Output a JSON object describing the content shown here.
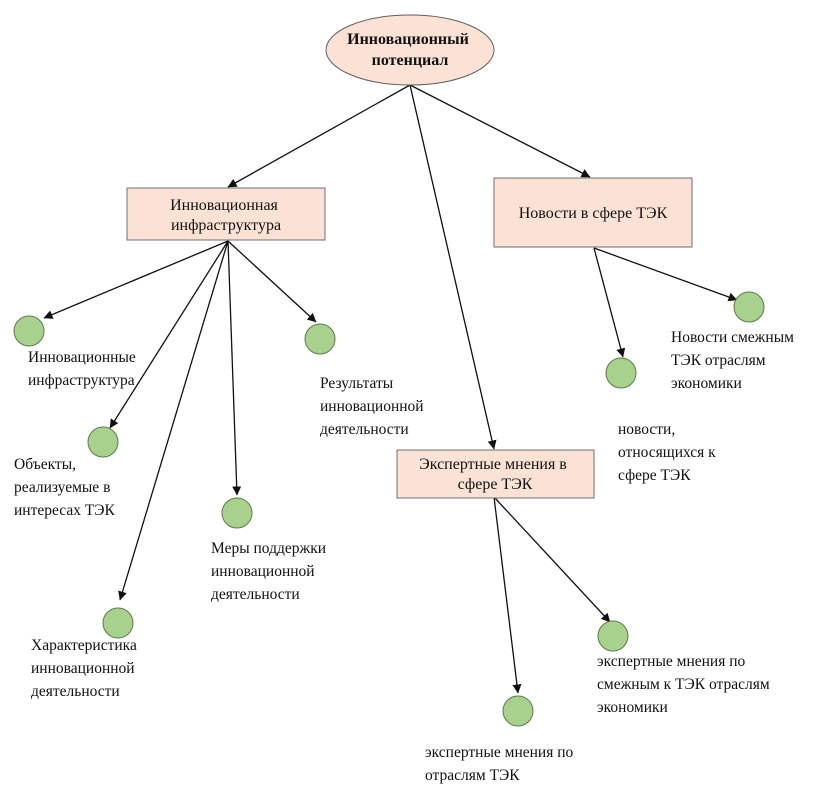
{
  "colors": {
    "node_fill": "#fbe2d5",
    "leaf_fill": "#a9d18e",
    "line": "#111111"
  },
  "root": {
    "lines": [
      "Инновационный",
      "потенциал"
    ]
  },
  "infrastructure": {
    "lines": [
      "Инновационная",
      "инфраструктура"
    ],
    "leaves": [
      {
        "lines": [
          "Инновационные",
          "инфраструктура"
        ]
      },
      {
        "lines": [
          "Объекты,",
          "реализуемые в",
          "интересах ТЭК"
        ]
      },
      {
        "lines": [
          "Характеристика",
          "инновационной",
          "деятельности"
        ]
      },
      {
        "lines": [
          "Меры поддержки",
          "инновационной",
          "деятельности"
        ]
      },
      {
        "lines": [
          "Результаты",
          "инновационной",
          "деятельности"
        ]
      }
    ]
  },
  "news": {
    "lines": [
      "Новости в сфере ТЭК"
    ],
    "leaves": [
      {
        "lines": [
          "новости,",
          "относящихся к",
          "сфере ТЭК"
        ]
      },
      {
        "lines": [
          "Новости смежным",
          "ТЭК отраслям",
          "экономики"
        ]
      }
    ]
  },
  "expert": {
    "lines": [
      "Экспертные мнения в",
      "сфере ТЭК"
    ],
    "leaves": [
      {
        "lines": [
          "экспертные мнения по",
          "отраслям ТЭК"
        ]
      },
      {
        "lines": [
          "экспертные мнения по",
          "смежным к ТЭК отраслям",
          "экономики"
        ]
      }
    ]
  }
}
